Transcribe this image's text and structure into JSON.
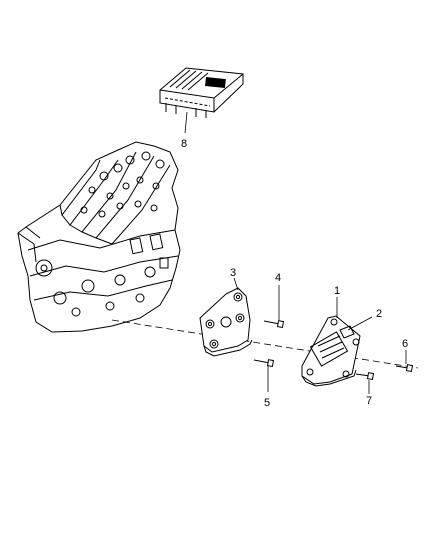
{
  "callouts": {
    "c1": "1",
    "c2": "2",
    "c3": "3",
    "c4": "4",
    "c5": "5",
    "c6": "6",
    "c7": "7",
    "c8": "8"
  },
  "colors": {
    "line": "#000000",
    "background": "#ffffff"
  },
  "icons": {
    "engine": "engine-block-icon",
    "module_8": "control-module-icon",
    "bracket_3": "mounting-bracket-icon",
    "ecm_1": "engine-control-module-icon",
    "bolts": "bolt-icon"
  }
}
